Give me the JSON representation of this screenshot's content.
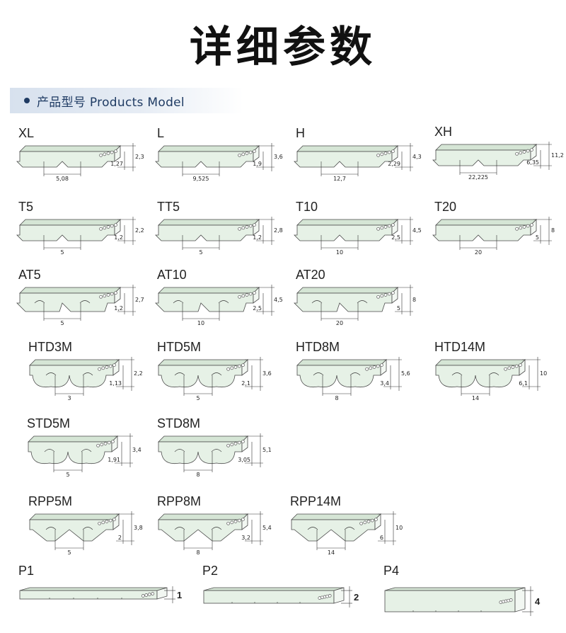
{
  "title": "详细参数",
  "section": {
    "label": "产品型号 Products Model"
  },
  "models": [
    {
      "name": "XL",
      "profile": "trap",
      "pitch": "5,08",
      "tooth": "1,27",
      "total": "2,3"
    },
    {
      "name": "L",
      "profile": "trap",
      "pitch": "9,525",
      "tooth": "1,9",
      "total": "3,6"
    },
    {
      "name": "H",
      "profile": "trap",
      "pitch": "12,7",
      "tooth": "2,29",
      "total": "4,3"
    },
    {
      "name": "XH",
      "profile": "trap",
      "pitch": "22,225",
      "tooth": "6,35",
      "total": "11,2"
    },
    {
      "name": "T5",
      "profile": "trap",
      "pitch": "5",
      "tooth": "1,2",
      "total": "2,2"
    },
    {
      "name": "TT5",
      "profile": "trap",
      "pitch": "5",
      "tooth": "1,2",
      "total": "2,8"
    },
    {
      "name": "T10",
      "profile": "trap",
      "pitch": "10",
      "tooth": "2,5",
      "total": "4,5"
    },
    {
      "name": "T20",
      "profile": "trap",
      "pitch": "20",
      "tooth": "5",
      "total": "8"
    },
    {
      "name": "AT5",
      "profile": "at",
      "pitch": "5",
      "tooth": "1,2",
      "total": "2,7"
    },
    {
      "name": "AT10",
      "profile": "at",
      "pitch": "10",
      "tooth": "2,5",
      "total": "4,5"
    },
    {
      "name": "AT20",
      "profile": "at",
      "pitch": "20",
      "tooth": "5",
      "total": "8"
    },
    {
      "name": "HTD3M",
      "profile": "htd",
      "pitch": "3",
      "tooth": "1,13",
      "total": "2,2"
    },
    {
      "name": "HTD5M",
      "profile": "htd",
      "pitch": "5",
      "tooth": "2,1",
      "total": "3,6"
    },
    {
      "name": "HTD8M",
      "profile": "htd",
      "pitch": "8",
      "tooth": "3,4",
      "total": "5,6"
    },
    {
      "name": "HTD14M",
      "profile": "htd",
      "pitch": "14",
      "tooth": "6,1",
      "total": "10"
    },
    {
      "name": "STD5M",
      "profile": "std",
      "pitch": "5",
      "tooth": "1,91",
      "total": "3,4"
    },
    {
      "name": "STD8M",
      "profile": "std",
      "pitch": "8",
      "tooth": "3,05",
      "total": "5,1"
    },
    {
      "name": "RPP5M",
      "profile": "rpp",
      "pitch": "5",
      "tooth": "2",
      "total": "3,8"
    },
    {
      "name": "RPP8M",
      "profile": "rpp",
      "pitch": "8",
      "tooth": "3,2",
      "total": "5,4"
    },
    {
      "name": "RPP14M",
      "profile": "rpp",
      "pitch": "14",
      "tooth": "6",
      "total": "10"
    },
    {
      "name": "P1",
      "profile": "flat",
      "thickness": "1"
    },
    {
      "name": "P2",
      "profile": "flat",
      "thickness": "2"
    },
    {
      "name": "P4",
      "profile": "flat",
      "thickness": "4"
    }
  ]
}
